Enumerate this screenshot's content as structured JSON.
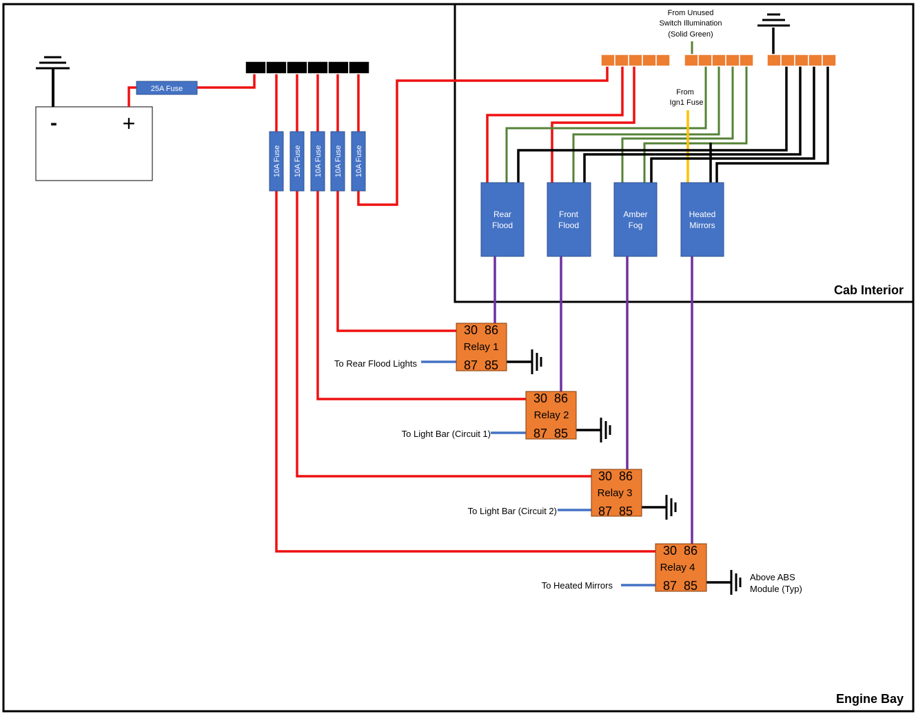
{
  "regions": {
    "engine_bay": "Engine Bay",
    "cab_interior": "Cab Interior"
  },
  "battery": {
    "negative": "-",
    "positive": "+"
  },
  "main_fuse": "25A Fuse",
  "branch_fuses": [
    "10A Fuse",
    "10A Fuse",
    "10A Fuse",
    "10A Fuse",
    "10A Fuse"
  ],
  "switches": [
    {
      "line1": "Rear",
      "line2": "Flood"
    },
    {
      "line1": "Front",
      "line2": "Flood"
    },
    {
      "line1": "Amber",
      "line2": "Fog"
    },
    {
      "line1": "Heated",
      "line2": "Mirrors"
    }
  ],
  "notes": {
    "illum_line1": "From Unused",
    "illum_line2": "Switch Illumination",
    "illum_line3": "(Solid Green)",
    "ign_line1": "From",
    "ign_line2": "Ign1 Fuse",
    "ground_line1": "Above ABS",
    "ground_line2": "Module (Typ)"
  },
  "relays": [
    {
      "top": "30  86",
      "name": "Relay 1",
      "bottom": "87  85",
      "output": "To Rear Flood Lights"
    },
    {
      "top": "30  86",
      "name": "Relay 2",
      "bottom": "87  85",
      "output": "To Light Bar (Circuit 1)"
    },
    {
      "top": "30  86",
      "name": "Relay 3",
      "bottom": "87  85",
      "output": "To Light Bar (Circuit 2)"
    },
    {
      "top": "30  86",
      "name": "Relay 4",
      "bottom": "87  85",
      "output": "To Heated Mirrors"
    }
  ],
  "colors": {
    "power": "#ee1111",
    "switched": "#7030a0",
    "illumination": "#548235",
    "ignition": "#ffc000",
    "ground": "#000000",
    "output": "#4472c4",
    "fuse": "#4472c4",
    "relay": "#ed7d31"
  }
}
